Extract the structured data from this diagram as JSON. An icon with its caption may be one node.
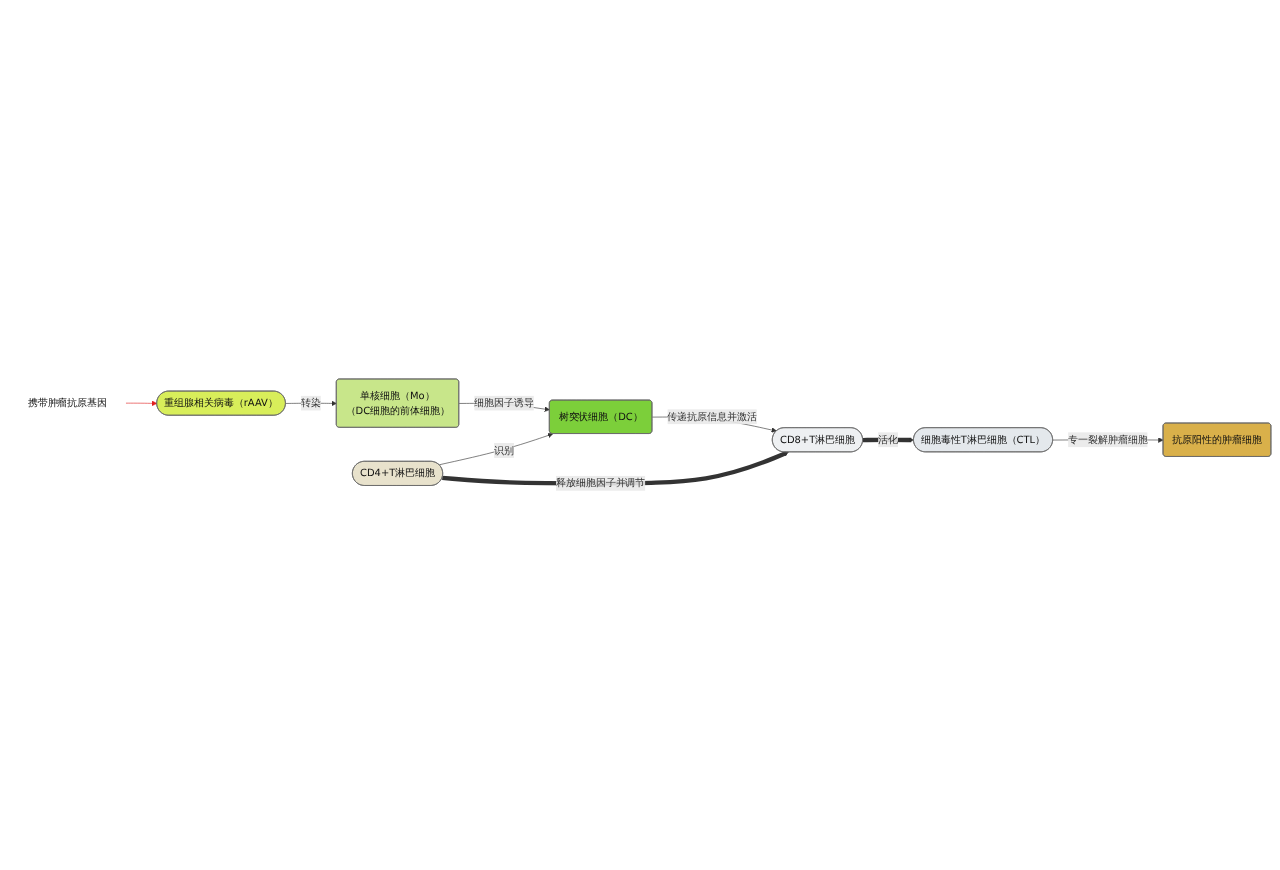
{
  "diagram": {
    "nodes": [
      {
        "text": [
          "重组腺相关病毒（rAAV）"
        ]
      },
      {
        "text": [
          "携带肿瘤抗原基因"
        ]
      },
      {
        "text": [
          "单核细胞（Mo）",
          "（DC细胞的前体细胞）"
        ]
      },
      {
        "text": [
          "CD4+T淋巴细胞"
        ]
      },
      {
        "text": [
          "树突状细胞（DC）"
        ]
      },
      {
        "text": [
          "CD8+T淋巴细胞"
        ]
      },
      {
        "text": [
          "抗原阳性的肿瘤细胞"
        ]
      },
      {
        "text": [
          "细胞毒性T淋巴细胞（CTL）"
        ]
      }
    ],
    "edges": [
      {
        "from": 1,
        "to": 0,
        "arrow": "to",
        "color": "#e02020"
      },
      {
        "from": 0,
        "to": 2,
        "arrow": "to",
        "label": "转染"
      },
      {
        "from": 2,
        "to": 4,
        "arrow": "to",
        "label": "细胞因子诱导"
      },
      {
        "from": 3,
        "to": 4,
        "arrow": "to",
        "label": "识别"
      },
      {
        "from": 3,
        "to": 5,
        "arrow": "to",
        "label": "释放细胞因子并调节",
        "style": "thick"
      },
      {
        "from": 4,
        "to": 5,
        "arrow": "to",
        "label": "传递抗原信息并激活"
      },
      {
        "from": 5,
        "to": 7,
        "arrow": "to",
        "label": "活化",
        "style": "thick"
      },
      {
        "from": 7,
        "to": 6,
        "arrow": "to",
        "label": "专一裂解肿瘤细胞"
      }
    ]
  }
}
